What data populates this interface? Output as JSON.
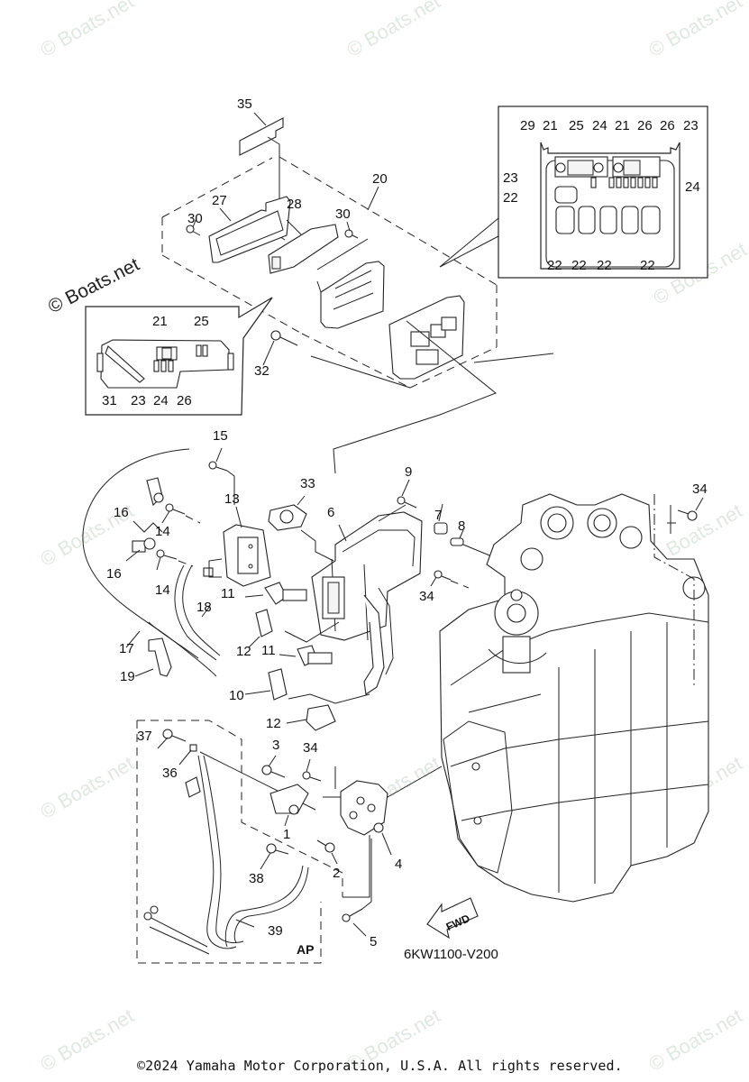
{
  "diagram": {
    "drawing_code": "6KW1100-V200",
    "variant_label": "AP",
    "direction_label": "FWD",
    "watermark_inline": "© Boats.net",
    "watermark_faint": "© Boats.net",
    "copyright": "©2024 Yamaha Motor Corporation, U.S.A. All rights reserved."
  },
  "callouts": {
    "main": [
      "35",
      "20",
      "27",
      "28",
      "30",
      "30",
      "32",
      "15",
      "16",
      "14",
      "16",
      "14",
      "13",
      "33",
      "6",
      "9",
      "7",
      "8",
      "34",
      "34",
      "11",
      "12",
      "11",
      "10",
      "12",
      "18",
      "17",
      "19",
      "37",
      "36",
      "3",
      "34",
      "1",
      "2",
      "4",
      "38",
      "39",
      "5"
    ],
    "inset_top_right": {
      "top_row": [
        "29",
        "21",
        "25",
        "24",
        "21",
        "26",
        "26",
        "23"
      ],
      "left": [
        "23",
        "22"
      ],
      "right": [
        "24"
      ],
      "bottom_row": [
        "22",
        "22",
        "22",
        "22"
      ]
    },
    "inset_left": {
      "top": [
        "21",
        "25"
      ],
      "bottom": [
        "31",
        "23",
        "24",
        "26"
      ]
    }
  }
}
